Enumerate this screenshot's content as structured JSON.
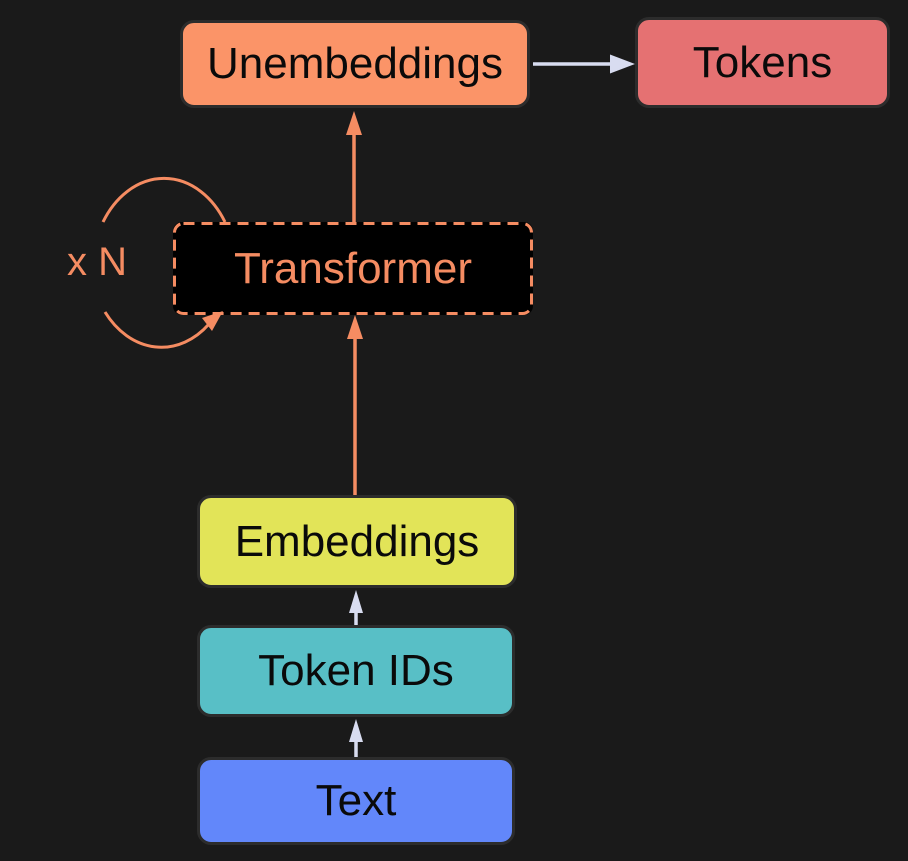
{
  "diagram": {
    "background": "#1a1a1a",
    "nodes": {
      "unembeddings": {
        "label": "Unembeddings",
        "fill": "#fb9468",
        "text_color": "#0a0a0a"
      },
      "tokens": {
        "label": "Tokens",
        "fill": "#e57172",
        "text_color": "#0a0a0a"
      },
      "transformer": {
        "label": "Transformer",
        "fill": "#000000",
        "text_color": "#f58c62",
        "border_style": "dashed",
        "border_color": "#f58c62"
      },
      "embeddings": {
        "label": "Embeddings",
        "fill": "#e2e458",
        "text_color": "#0a0a0a"
      },
      "token_ids": {
        "label": "Token IDs",
        "fill": "#58bfc6",
        "text_color": "#0a0a0a"
      },
      "text": {
        "label": "Text",
        "fill": "#6287fa",
        "text_color": "#0a0a0a"
      }
    },
    "loop": {
      "label": "x N",
      "color": "#f58c62"
    },
    "edges": [
      {
        "from": "Text",
        "to": "Token IDs",
        "color": "#d8dcf0",
        "direction": "up"
      },
      {
        "from": "Token IDs",
        "to": "Embeddings",
        "color": "#d8dcf0",
        "direction": "up"
      },
      {
        "from": "Embeddings",
        "to": "Transformer",
        "color": "#f58c62",
        "direction": "up"
      },
      {
        "from": "Transformer",
        "to": "Unembeddings",
        "color": "#f58c62",
        "direction": "up"
      },
      {
        "from": "Unembeddings",
        "to": "Tokens",
        "color": "#d8dcf0",
        "direction": "right"
      },
      {
        "from": "Transformer",
        "to": "Transformer",
        "color": "#f58c62",
        "direction": "loop",
        "label": "x N"
      }
    ]
  }
}
